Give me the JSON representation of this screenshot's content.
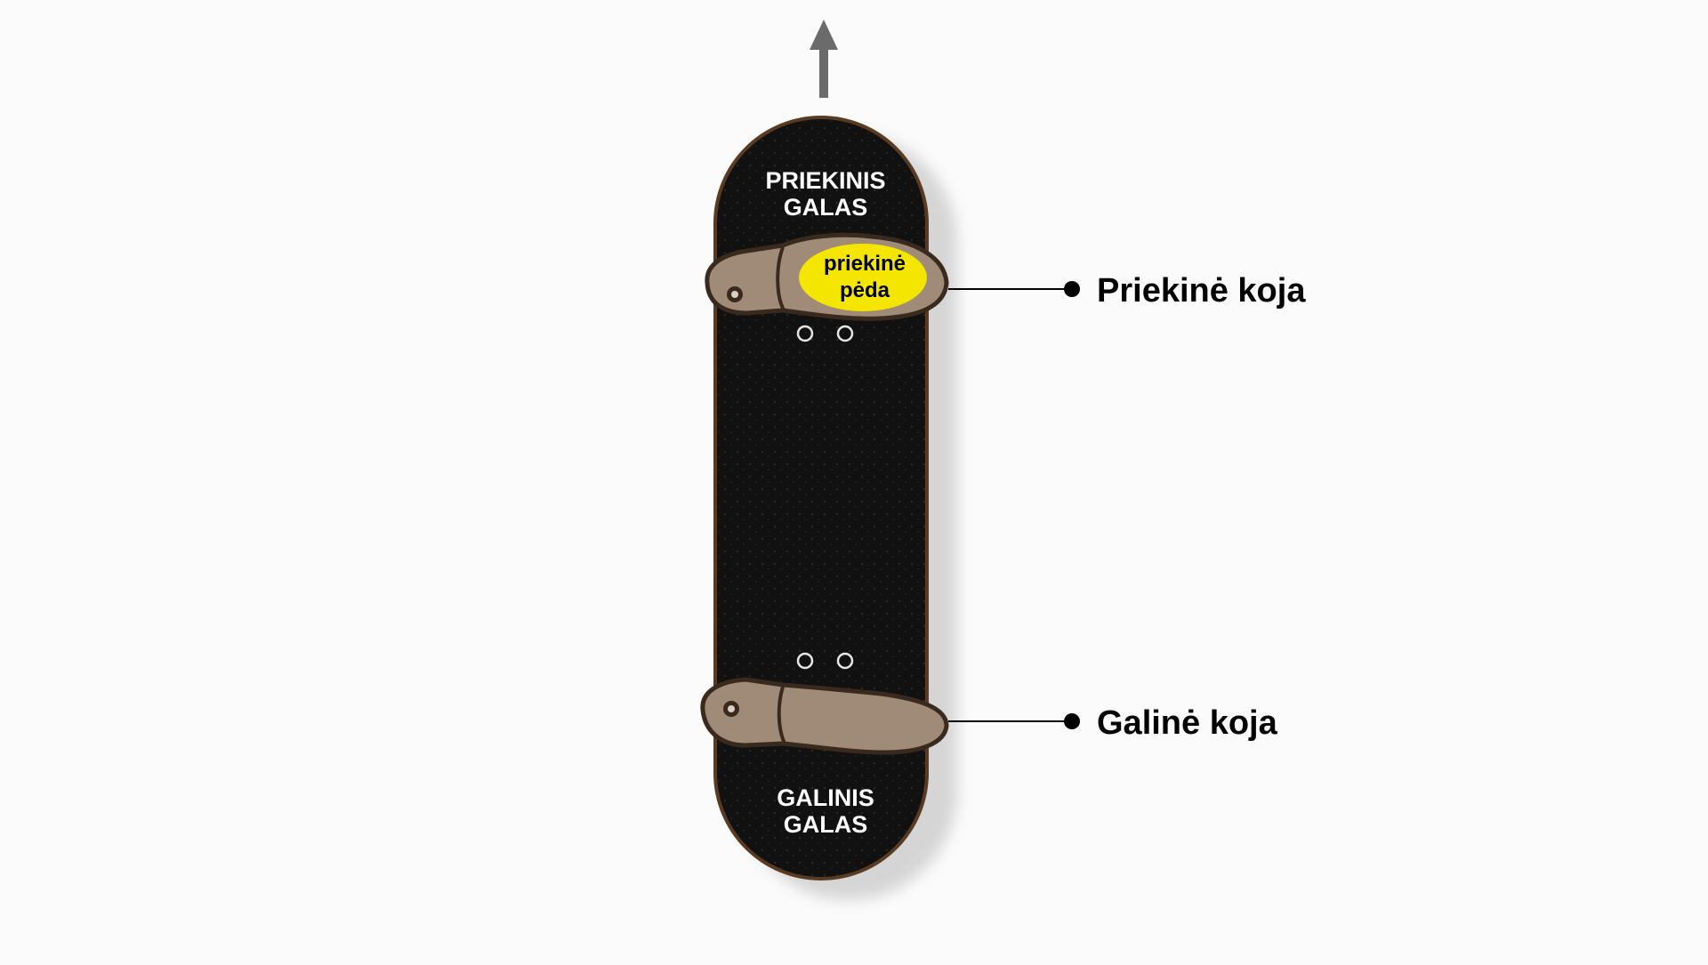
{
  "deck": {
    "front_end_line1": "PRIEKINIS",
    "front_end_line2": "GALAS",
    "back_end_line1": "GALINIS",
    "back_end_line2": "GALAS"
  },
  "front_foot": {
    "ball_label_line1": "priekinė",
    "ball_label_line2": "pėda",
    "callout": "Priekinė koja"
  },
  "back_foot": {
    "callout": "Galinė koja"
  },
  "colors": {
    "deck": "#111111",
    "deck_edge": "#5a3b22",
    "foot": "#a08b78",
    "foot_outline": "#3a2a1e",
    "highlight": "#f5e600",
    "arrow": "#6b6b6b",
    "shadow": "#d4d4d4"
  },
  "icons": {
    "direction": "arrow-up-icon",
    "front_foot": "footprint-icon",
    "back_foot": "footprint-icon"
  }
}
